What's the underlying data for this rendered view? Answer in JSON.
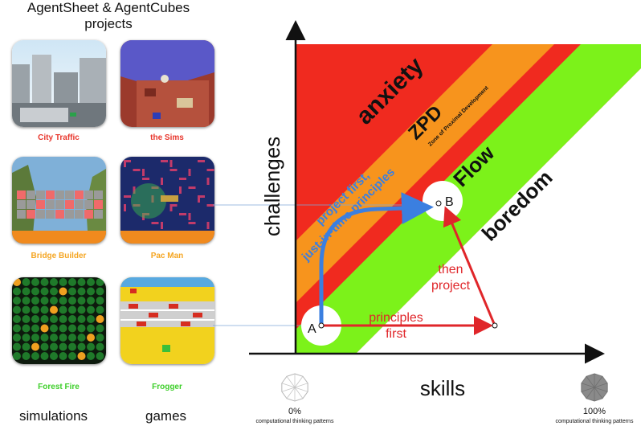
{
  "header": {
    "title_line1": "AgentSheet & AgentCubes",
    "title_line2": "projects"
  },
  "projects": [
    {
      "label": "City Traffic",
      "color": "#e8362c"
    },
    {
      "label": "the Sims",
      "color": "#e8362c"
    },
    {
      "label": "Bridge Builder",
      "color": "#f5a623"
    },
    {
      "label": "Pac Man",
      "color": "#f5a623"
    },
    {
      "label": "Forest Fire",
      "color": "#3ecf2a"
    },
    {
      "label": "Frogger",
      "color": "#3ecf2a"
    }
  ],
  "categories": {
    "simulations": "simulations",
    "games": "games"
  },
  "diagram": {
    "y_axis_label": "challenges",
    "x_axis_label": "skills",
    "zones": {
      "anxiety": "anxiety",
      "zpd": "ZPD",
      "zpd_full": "Zone of Proximal Development",
      "flow": "Flow",
      "boredom": "boredom"
    },
    "zone_colors": {
      "anxiety": "#f02a1f",
      "zpd": "#f7941d",
      "flow": "#7cf21a"
    },
    "points": {
      "a": "A",
      "b": "B"
    },
    "blue_path_line1": "project first,",
    "blue_path_line2": "just-in-time principles",
    "red_bottom_line1": "principles",
    "red_bottom_line2": "first",
    "red_side_line1": "then",
    "red_side_line2": "project",
    "path_colors": {
      "blue": "#3b7fe0",
      "red": "#e0262a"
    },
    "scale_min": "0%",
    "scale_max": "100%",
    "scale_caption": "computational thinking patterns"
  }
}
